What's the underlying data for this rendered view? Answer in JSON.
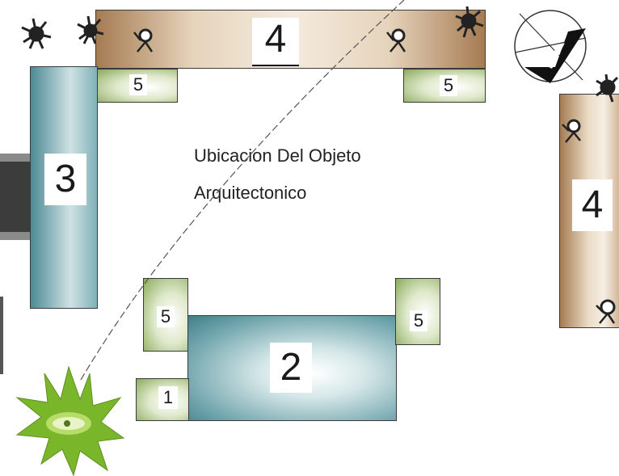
{
  "title_line1": "Ubicacion Del Objeto",
  "title_line2": "Arquitectonico",
  "zones": {
    "top_bar": "4",
    "top_left_patch": "5",
    "top_right_patch": "5",
    "left_column": "3",
    "right_column": "4",
    "central_block": "2",
    "central_left_patch": "5",
    "central_right_patch": "5",
    "small_block": "1"
  },
  "colors": {
    "tan": "#c8a47d",
    "teal": "#5f97a0",
    "green": "#8aaa5c",
    "dark_gray": "#3c3c3c",
    "bright_green": "#7ab62a"
  },
  "icons": [
    "tree-icon",
    "north-arrow-icon",
    "eye-icon"
  ]
}
